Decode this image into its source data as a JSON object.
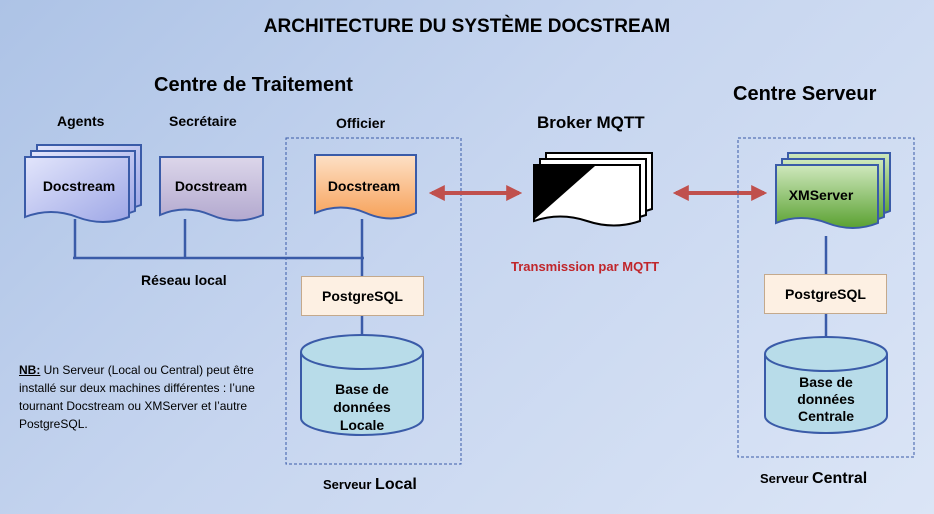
{
  "title": "ARCHITECTURE DU SYSTÈME DOCSTREAM",
  "centre_traitement": {
    "heading": "Centre de Traitement",
    "agents_label": "Agents",
    "secretaire_label": "Secrétaire",
    "officier_label": "Officier",
    "agents_doc": "Docstream",
    "secretaire_doc": "Docstream",
    "officier_doc": "Docstream",
    "network_label": "Réseau local",
    "postgres": "PostgreSQL",
    "db_line1": "Base de",
    "db_line2": "données",
    "db_line3": "Locale",
    "server_prefix": "Serveur ",
    "server_name": "Local"
  },
  "broker": {
    "heading": "Broker MQTT",
    "transmission": "Transmission par MQTT"
  },
  "centre_serveur": {
    "heading": "Centre Serveur",
    "xmserver": "XMServer",
    "postgres": "PostgreSQL",
    "db_line1": "Base de",
    "db_line2": "données",
    "db_line3": "Centrale",
    "server_prefix": "Serveur ",
    "server_name": "Central"
  },
  "note": {
    "prefix": "NB:",
    "text": " Un Serveur (Local ou  Central)  peut être installé sur deux machines différentes : l’une tournant Docstream ou XMServer et l’autre PostgreSQL."
  },
  "colors": {
    "arrow": "#c0504d",
    "agents_doc": "#c7ccf1",
    "secretaire_doc": "#c8c0dc",
    "officier_doc": "#fbc08f",
    "xmserver_doc": "#7fba5a",
    "db_fill": "#b8dce9",
    "postgres_fill": "#fdf0e3"
  }
}
